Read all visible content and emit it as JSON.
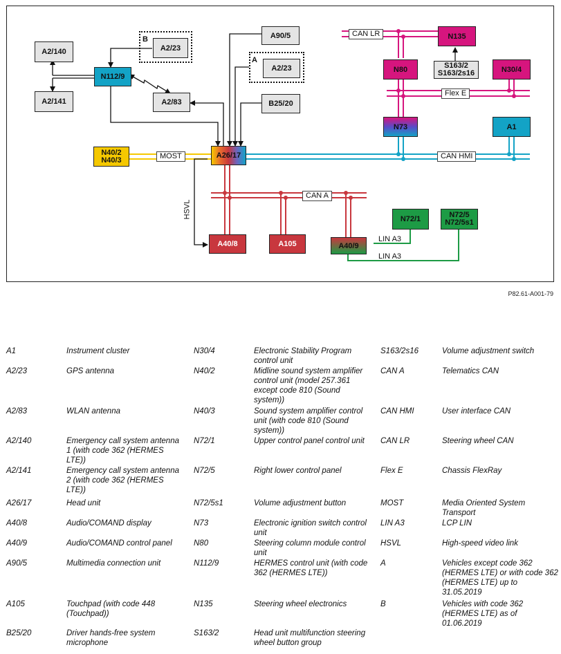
{
  "diagram": {
    "units": {
      "A2/140": "A2/140",
      "A2/141": "A2/141",
      "N112/9": "N112/9",
      "A2/23_B": "A2/23",
      "A2/83": "A2/83",
      "A90/5": "A90/5",
      "A2/23_A": "A2/23",
      "B25/20": "B25/20",
      "N135": "N135",
      "N80": "N80",
      "S163": "S163/2\nS163/2s16",
      "N30/4": "N30/4",
      "N73": "N73",
      "A1": "A1",
      "N40": "N40/2\nN40/3",
      "A26/17": "A26/17",
      "A40/8": "A40/8",
      "A105": "A105",
      "A40/9": "A40/9",
      "N72/1": "N72/1",
      "N72/5": "N72/5\nN72/5s1"
    },
    "bus_labels": {
      "can_lr": "CAN LR",
      "flex_e": "Flex E",
      "can_hmi": "CAN HMI",
      "most": "MOST",
      "can_a": "CAN A",
      "lin_a3_1": "LIN A3",
      "lin_a3_2": "LIN A3",
      "hsvl": "HSVL"
    },
    "group_labels": {
      "a": "A",
      "b": "B"
    },
    "colors": {
      "can_lr": "#d6157e",
      "flex_e": "#d6157e",
      "can_hmi": "#13a3c6",
      "most": "#f5c800",
      "can_a": "#c8373e",
      "lin": "#1d9b45",
      "grey": "#e4e4e4"
    }
  },
  "reference_code": "P82.61-A001-79",
  "legend": {
    "col1": [
      {
        "code": "A1",
        "desc": "Instrument cluster"
      },
      {
        "code": "A2/23",
        "desc": "GPS antenna"
      },
      {
        "code": "A2/83",
        "desc": "WLAN antenna"
      },
      {
        "code": "A2/140",
        "desc": "Emergency call system antenna 1 (with code 362 (HERMES LTE))"
      },
      {
        "code": "A2/141",
        "desc": "Emergency call system antenna 2 (with code 362 (HERMES LTE))"
      },
      {
        "code": "A26/17",
        "desc": "Head unit"
      },
      {
        "code": "A40/8",
        "desc": "Audio/COMAND display"
      },
      {
        "code": "A40/9",
        "desc": "Audio/COMAND control panel"
      },
      {
        "code": "A90/5",
        "desc": "Multimedia connection unit"
      },
      {
        "code": "A105",
        "desc": "Touchpad (with code 448 (Touchpad))"
      },
      {
        "code": "B25/20",
        "desc": "Driver hands-free system microphone"
      }
    ],
    "col2": [
      {
        "code": "N30/4",
        "desc": "Electronic Stability Program control unit"
      },
      {
        "code": "N40/2",
        "desc": "Midline sound system amplifier control unit (model 257.361 except code 810 (Sound system))"
      },
      {
        "code": "N40/3",
        "desc": "Sound system amplifier control unit (with code 810 (Sound system))"
      },
      {
        "code": "N72/1",
        "desc": "Upper control panel control unit"
      },
      {
        "code": "N72/5",
        "desc": "Right lower control panel"
      },
      {
        "code": "N72/5s1",
        "desc": "Volume adjustment button"
      },
      {
        "code": "N73",
        "desc": "Electronic ignition switch control unit"
      },
      {
        "code": "N80",
        "desc": "Steering column module control unit"
      },
      {
        "code": "N112/9",
        "desc": "HERMES control unit (with code 362 (HERMES LTE))"
      },
      {
        "code": "N135",
        "desc": "Steering wheel electronics"
      },
      {
        "code": "S163/2",
        "desc": "Head unit multifunction steering wheel button group"
      }
    ],
    "col3": [
      {
        "code": "S163/2s16",
        "desc": "Volume adjustment switch"
      },
      {
        "code": "CAN A",
        "desc": "Telematics CAN"
      },
      {
        "code": "CAN HMI",
        "desc": "User interface CAN"
      },
      {
        "code": "CAN LR",
        "desc": "Steering wheel CAN"
      },
      {
        "code": "Flex E",
        "desc": "Chassis FlexRay"
      },
      {
        "code": "MOST",
        "desc": "Media Oriented System Transport"
      },
      {
        "code": "LIN A3",
        "desc": "LCP LIN"
      },
      {
        "code": "HSVL",
        "desc": "High-speed video link"
      },
      {
        "code": "A",
        "desc": "Vehicles except code 362 (HERMES LTE) or with code 362 (HERMES LTE) up to 31.05.2019"
      },
      {
        "code": "B",
        "desc": "Vehicles with code 362 (HERMES LTE) as of 01.06.2019"
      }
    ]
  }
}
